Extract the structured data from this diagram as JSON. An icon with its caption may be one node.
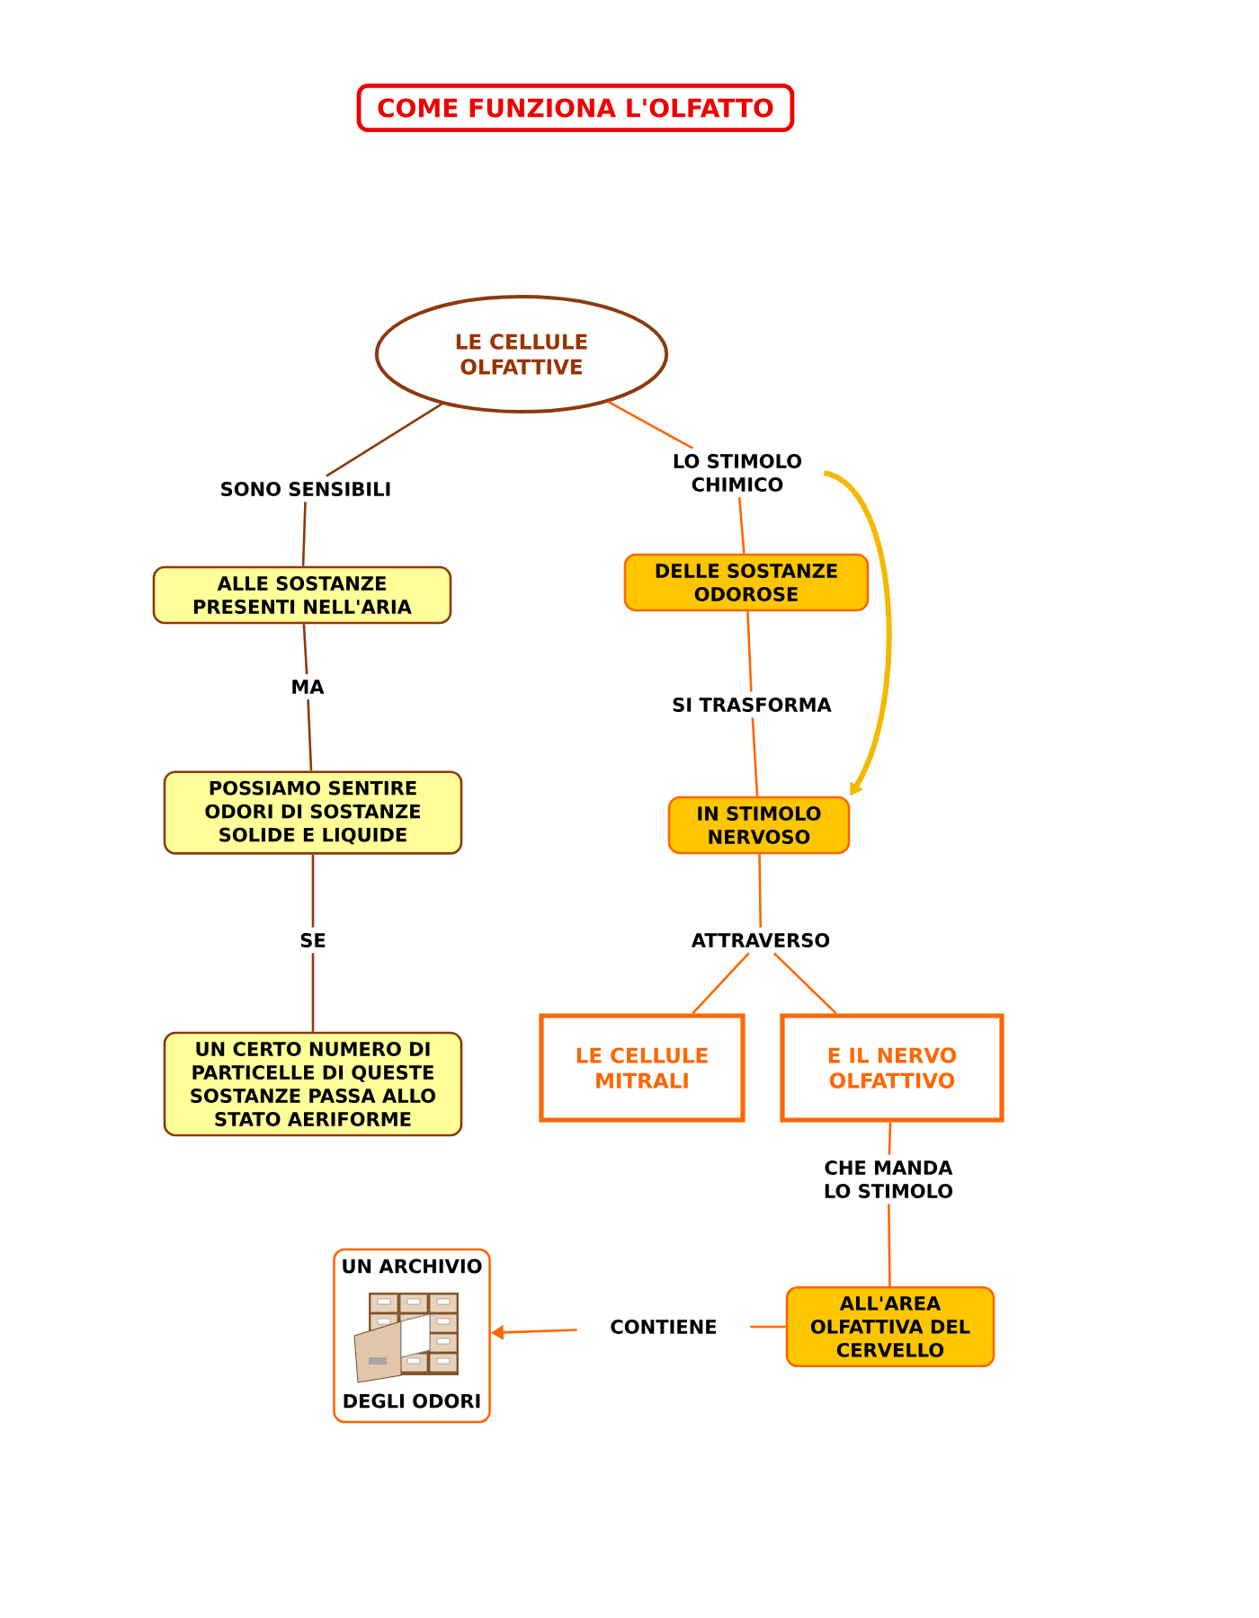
{
  "diagram": {
    "title": "COME FUNZIONA L'OLFATTO",
    "nodes": [
      {
        "text": [
          "LE CELLULE OLFATTIVE"
        ]
      },
      {
        "text": [
          "SONO SENSIBILI"
        ]
      },
      {
        "text": [
          "LO STIMOLO CHIMICO"
        ]
      },
      {
        "text": [
          "ALLE SOSTANZE PRESENTI NELL'ARIA"
        ]
      },
      {
        "text": [
          "DELLE SOSTANZE ODOROSE"
        ]
      },
      {
        "text": [
          "MA"
        ]
      },
      {
        "text": [
          "SI TRASFORMA"
        ]
      },
      {
        "text": [
          "POSSIAMO SENTIRE ODORI DI SOSTANZE SOLIDE E LIQUIDE"
        ]
      },
      {
        "text": [
          "IN STIMOLO NERVOSO"
        ]
      },
      {
        "text": [
          "SE"
        ]
      },
      {
        "text": [
          "ATTRAVERSO"
        ]
      },
      {
        "text": [
          "UN CERTO NUMERO DI PARTICELLE DI QUESTE SOSTANZE PASSA ALLO STATO AERIFORME"
        ]
      },
      {
        "text": [
          "LE CELLULE MITRALI"
        ]
      },
      {
        "text": [
          "E IL NERVO OLFATTIVO"
        ]
      },
      {
        "text": [
          "CHE MANDA LO STIMOLO"
        ]
      },
      {
        "text": [
          "UN ARCHIVIO",
          "DEGLI ODORI"
        ]
      },
      {
        "text": [
          "CONTIENE"
        ]
      },
      {
        "text": [
          "ALL'AREA OLFATTIVA DEL CERVELLO"
        ]
      }
    ],
    "edges": [
      {
        "from": 0,
        "to": 1,
        "arrow": "none",
        "color": "#8b3a0f"
      },
      {
        "from": 1,
        "to": 3,
        "arrow": "none",
        "color": "#8b3a0f"
      },
      {
        "from": 3,
        "to": 5,
        "arrow": "none",
        "color": "#8b3a0f"
      },
      {
        "from": 5,
        "to": 7,
        "arrow": "none",
        "color": "#8b3a0f"
      },
      {
        "from": 7,
        "to": 9,
        "arrow": "none",
        "color": "#8b3a0f"
      },
      {
        "from": 9,
        "to": 11,
        "arrow": "none",
        "color": "#8b3a0f"
      },
      {
        "from": 0,
        "to": 2,
        "arrow": "none"
      },
      {
        "from": 2,
        "to": 4,
        "arrow": "none"
      },
      {
        "from": 4,
        "to": 6,
        "arrow": "none"
      },
      {
        "from": 6,
        "to": 8,
        "arrow": "none"
      },
      {
        "from": 2,
        "to": 8,
        "arrow": "to",
        "style": "thick",
        "color": "#f5b800"
      },
      {
        "from": 8,
        "to": 10,
        "arrow": "none"
      },
      {
        "from": 10,
        "to": 12,
        "arrow": "none"
      },
      {
        "from": 10,
        "to": 13,
        "arrow": "none"
      },
      {
        "from": 13,
        "to": 14,
        "arrow": "none"
      },
      {
        "from": 14,
        "to": 17,
        "arrow": "none"
      },
      {
        "from": 17,
        "to": 16,
        "arrow": "none"
      },
      {
        "from": 16,
        "to": 15,
        "arrow": "to"
      }
    ]
  }
}
